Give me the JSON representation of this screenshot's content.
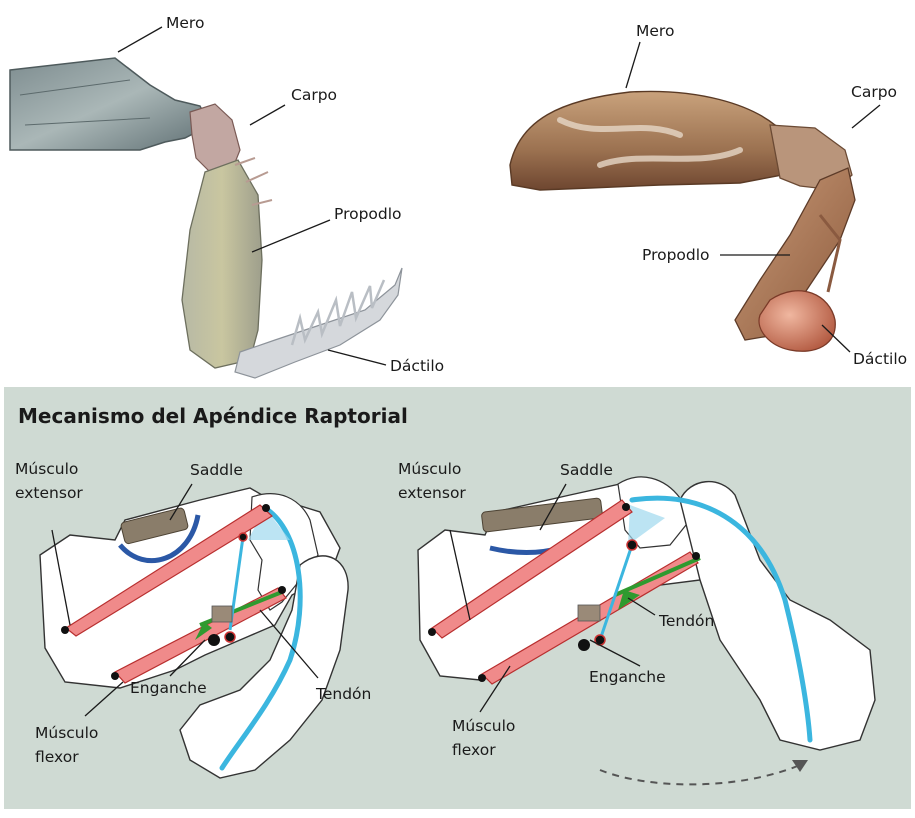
{
  "top_left": {
    "labels": {
      "mero": "Mero",
      "carpo": "Carpo",
      "propodlo": "Propodlo",
      "dactilo": "Dáctilo"
    }
  },
  "top_right": {
    "labels": {
      "mero": "Mero",
      "carpo": "Carpo",
      "propodlo": "Propodlo",
      "dactilo": "Dáctilo"
    }
  },
  "mechanism": {
    "title": "Mecanismo del Apéndice Raptorial",
    "left": {
      "extensor_line1": "Músculo",
      "extensor_line2": "extensor",
      "saddle": "Saddle",
      "enganche": "Enganche",
      "tendon": "Tendón",
      "flexor_line1": "Músculo",
      "flexor_line2": "flexor"
    },
    "right": {
      "extensor_line1": "Músculo",
      "extensor_line2": "extensor",
      "saddle": "Saddle",
      "tendon": "Tendón",
      "enganche": "Enganche",
      "flexor_line1": "Músculo",
      "flexor_line2": "flexor"
    },
    "colors": {
      "panel_bg": "#cfdad3",
      "muscle": "#f08a8a",
      "muscle_line": "#b82f2f",
      "tendon": "#3bb6df",
      "saddle": "#2b58a6",
      "green_tendon": "#2f9a2f"
    }
  }
}
